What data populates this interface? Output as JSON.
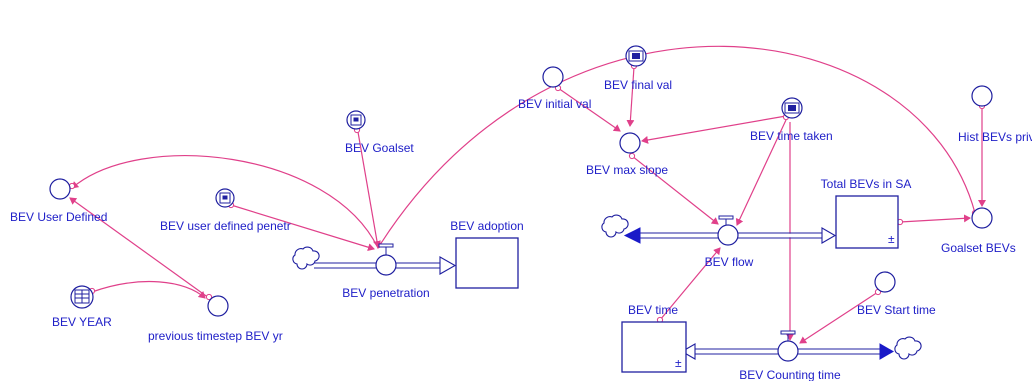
{
  "diagram": {
    "stocks": [
      {
        "id": "bev-adoption",
        "label": "BEV adoption"
      },
      {
        "id": "total-bevs-in-sa",
        "label": "Total BEVs in SA"
      },
      {
        "id": "bev-time",
        "label": "BEV time"
      }
    ],
    "flows": [
      {
        "id": "bev-penetration",
        "label": "BEV penetration"
      },
      {
        "id": "bev-flow",
        "label": "BEV flow"
      },
      {
        "id": "bev-counting-time",
        "label": "BEV Counting time"
      }
    ],
    "converters": [
      {
        "id": "bev-user-defined",
        "label": "BEV User Defined"
      },
      {
        "id": "bev-user-defined-penetr",
        "label": "BEV user defined penetr"
      },
      {
        "id": "bev-goalset",
        "label": "BEV Goalset"
      },
      {
        "id": "bev-year",
        "label": "BEV YEAR"
      },
      {
        "id": "previous-timestep-bev-yr",
        "label": "previous timestep BEV yr"
      },
      {
        "id": "bev-initial-val",
        "label": "BEV initial val"
      },
      {
        "id": "bev-final-val",
        "label": "BEV final val"
      },
      {
        "id": "bev-time-taken",
        "label": "BEV time taken"
      },
      {
        "id": "bev-max-slope",
        "label": "BEV max slope"
      },
      {
        "id": "hist-bevs-private",
        "label": "Hist BEVs private"
      },
      {
        "id": "goalset-bevs",
        "label": "Goalset BEVs"
      },
      {
        "id": "bev-start-time",
        "label": "BEV Start time"
      }
    ],
    "colors": {
      "node": "#2020a0",
      "label": "#2020c8",
      "connector": "#e0408a"
    }
  }
}
